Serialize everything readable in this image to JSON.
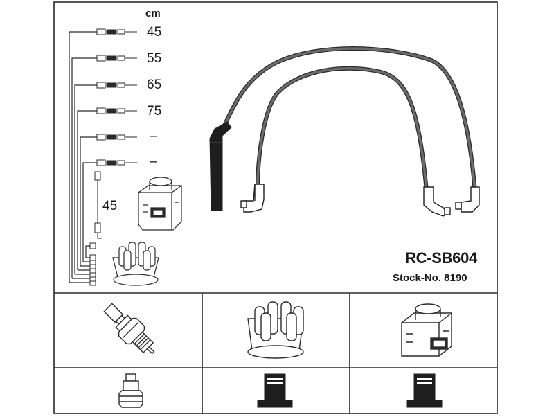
{
  "legend": {
    "unit": "cm",
    "lengths": [
      "45",
      "55",
      "65",
      "75",
      "–",
      "–"
    ],
    "coil_lead_length": "45"
  },
  "product": {
    "part_number": "RC-SB604",
    "stock_text": "Stock-No. 8190"
  },
  "colors": {
    "line": "#2a2a2a",
    "cable": "#6b6b6b",
    "fill_dark": "#1e1e1e",
    "background": "#ffffff"
  },
  "icons": {
    "panel_1": "spark-plug-icon",
    "panel_2": "distributor-cap-icon",
    "panel_3": "ignition-coil-icon",
    "panel_4": "plug-terminal-icon",
    "panel_5": "cap-terminal-icon",
    "panel_6": "coil-terminal-icon"
  }
}
